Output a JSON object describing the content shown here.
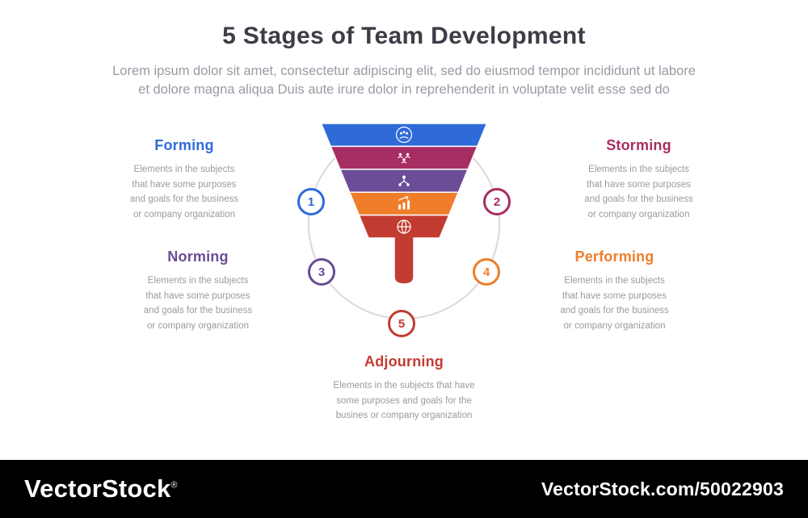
{
  "header": {
    "title": "5 Stages of Team Development",
    "subtitle": "Lorem ipsum dolor sit amet, consectetur adipiscing elit, sed do eiusmod tempor incididunt ut labore\net dolore magna aliqua Duis aute irure dolor in reprehenderit in voluptate velit esse sed do"
  },
  "diagram": {
    "ring_color": "#d9d9de",
    "stages": [
      {
        "number": "1",
        "label": "Forming",
        "color": "#2e6bd9",
        "icon": "group-circle-icon",
        "description": "Elements in the subjects\nthat have some purposes\nand goals for the  business\nor company organization"
      },
      {
        "number": "2",
        "label": "Storming",
        "color": "#a72e62",
        "icon": "team-people-icon",
        "description": "Elements in the subjects\nthat have some purposes\nand goals for the  business\nor company organization"
      },
      {
        "number": "3",
        "label": "Norming",
        "color": "#6a4d96",
        "icon": "org-structure-icon",
        "description": "Elements in the subjects\nthat have some purposes\nand goals for the  business\nor company organization"
      },
      {
        "number": "4",
        "label": "Performing",
        "color": "#ef7d2a",
        "icon": "growth-chart-icon",
        "description": "Elements in the subjects\nthat have some purposes\nand goals for the  business\nor company organization"
      },
      {
        "number": "5",
        "label": "Adjourning",
        "color": "#c23b31",
        "icon": "globe-icon",
        "description": "Elements in the subjects that have\nsome purposes and goals for the\nbusines or company organization"
      }
    ]
  },
  "footer": {
    "brand": "VectorStock",
    "registered": "®",
    "watermark": "VectorStock.com/50022903",
    "background": "#000000"
  }
}
